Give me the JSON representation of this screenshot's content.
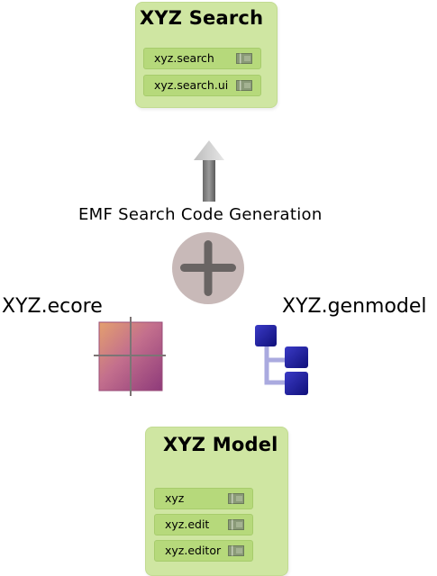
{
  "search_box": {
    "title": "XYZ Search",
    "plugins": [
      {
        "label": "xyz.search"
      },
      {
        "label": "xyz.search.ui"
      }
    ]
  },
  "generation": {
    "caption": "EMF Search Code Generation"
  },
  "inputs": {
    "ecore_label": "XYZ.ecore",
    "genmodel_label": "XYZ.genmodel"
  },
  "model_box": {
    "title": "XYZ Model",
    "plugins": [
      {
        "label": "xyz"
      },
      {
        "label": "xyz.edit"
      },
      {
        "label": "xyz.editor"
      }
    ]
  },
  "icons": {
    "plugin": "plugin-icon",
    "arrow": "arrow-up-icon",
    "plus": "plus-circle-icon",
    "ecore": "ecore-grid-icon",
    "genmodel": "genmodel-tree-icon"
  }
}
